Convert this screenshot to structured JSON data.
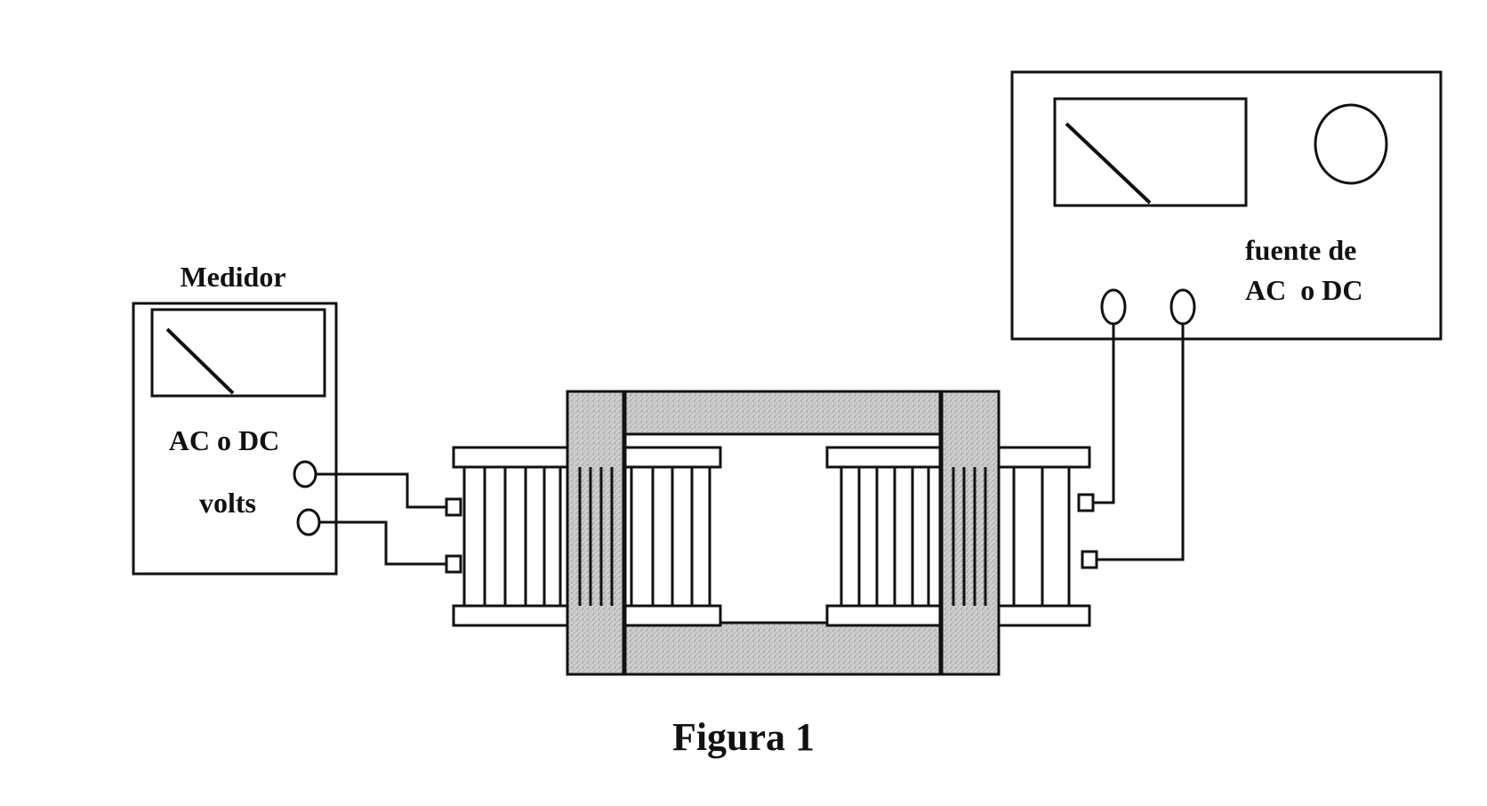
{
  "meter": {
    "title": "Medidor",
    "mode": "AC o DC",
    "unit": "volts"
  },
  "source": {
    "line1": "fuente de",
    "line2": "AC  o DC"
  },
  "caption": "Figura 1",
  "colors": {
    "ink": "#111111",
    "core_fill": "#c8c8c8",
    "paper": "#ffffff"
  }
}
